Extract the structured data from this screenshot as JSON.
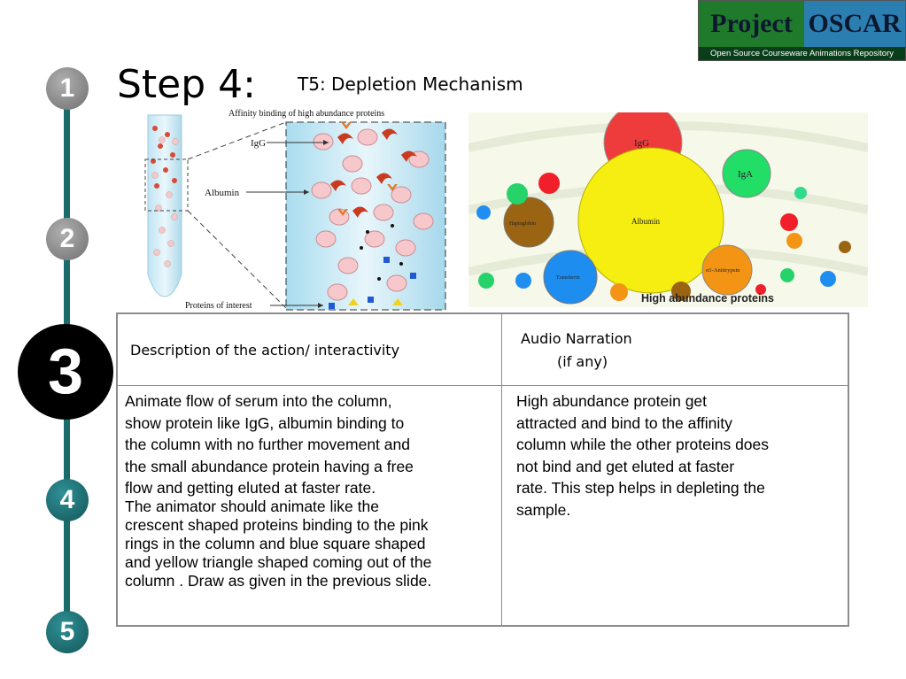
{
  "logo": {
    "word1": "Project",
    "word2": "OSCAR",
    "tagline": "Open Source Courseware Animations Repository"
  },
  "timeline": {
    "steps": [
      "1",
      "2",
      "3",
      "4",
      "5"
    ],
    "current": "3"
  },
  "slide": {
    "title": "Step 4:",
    "subtitle": "T5: Depletion Mechanism"
  },
  "figure_left": {
    "caption": "Affinity binding of high abundance proteins",
    "labels": {
      "igg": "IgG",
      "albumin": "Albumin",
      "proteins": "Proteins of interest"
    }
  },
  "figure_right": {
    "caption": "High abundance proteins",
    "labels": {
      "igg": "IgG",
      "iga": "IgA",
      "albumin": "Albumin",
      "haptoglobin": "Haptoglobin",
      "transferrin": "Transferrin",
      "antitrypsin": "α1-Antitrypsin"
    }
  },
  "table": {
    "header_left": "Description of the action/ interactivity",
    "header_right_line1": "Audio Narration",
    "header_right_line2": "(if any)",
    "desc_lines": [
      "Animate flow of serum into the column,",
      "show  protein like IgG, albumin binding to",
      "the column with no further movement and",
      "the small abundance protein having a free",
      "flow and getting eluted at faster rate."
    ],
    "desc2_lines": [
      "The animator should animate like the",
      "crescent shaped proteins binding to the pink",
      "rings in the column and blue square shaped",
      "and yellow triangle shaped coming out of the",
      "column . Draw as given in the previous slide."
    ],
    "audio_lines": [
      "High abundance protein get",
      "attracted and bind to the affinity",
      "column while the other proteins does",
      "not bind and get eluted at faster",
      "rate. This step helps in depleting the",
      "sample."
    ]
  },
  "colors": {
    "rail": "#1a6b6b",
    "step_gray": "#8a8a8a",
    "step_teal": "#1a6e72",
    "current_step": "#000000"
  }
}
